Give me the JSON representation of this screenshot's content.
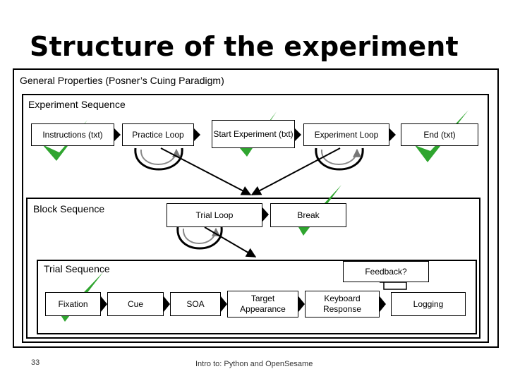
{
  "slide": {
    "title": "Structure of the experiment",
    "page_number": "33",
    "footer": "Intro to: Python and OpenSesame"
  },
  "sections": {
    "general": "General Properties (Posner’s Cuing Paradigm)",
    "experiment": "Experiment Sequence",
    "block": "Block Sequence",
    "trial": "Trial Sequence"
  },
  "experiment_items": {
    "instructions": "Instructions (txt)",
    "practice": "Practice Loop",
    "start": "Start Experiment (txt)",
    "exp_loop": "Experiment Loop",
    "end": "End (txt)"
  },
  "block_items": {
    "trial_loop": "Trial Loop",
    "break": "Break"
  },
  "trial_items": {
    "fixation": "Fixation",
    "cue": "Cue",
    "soa": "SOA",
    "target": "Target Appearance",
    "keyboard": "Keyboard Response",
    "logging": "Logging",
    "feedback": "Feedback?"
  },
  "colors": {
    "check": "#2fa52f"
  }
}
